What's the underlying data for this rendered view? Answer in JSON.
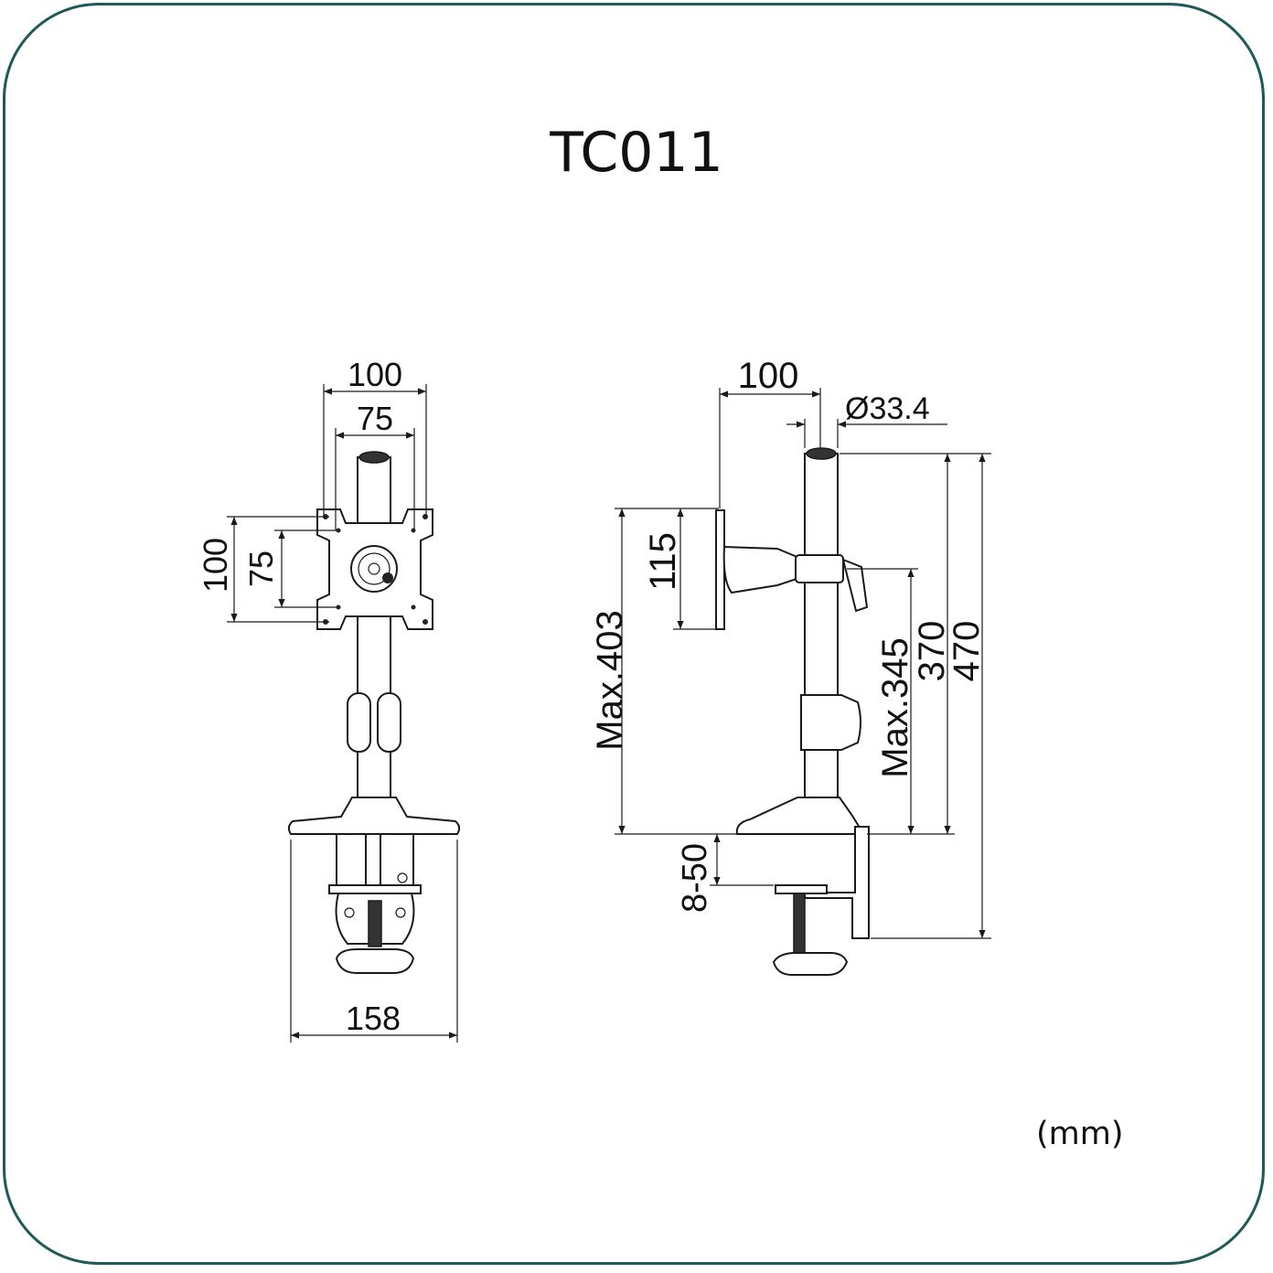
{
  "title": "TC011",
  "unit": "(mm)",
  "front_view": {
    "dim_width_outer": "100",
    "dim_width_inner": "75",
    "dim_height_outer": "100",
    "dim_height_inner": "75",
    "dim_base_width": "158"
  },
  "side_view": {
    "dim_arm_depth": "100",
    "dim_pole_diameter": "Ø33.4",
    "dim_plate_height": "115",
    "dim_max_top": "Max.403",
    "dim_max_arm": "Max.345",
    "dim_pole_height": "370",
    "dim_total_height": "470",
    "dim_clamp_range": "8-50"
  }
}
